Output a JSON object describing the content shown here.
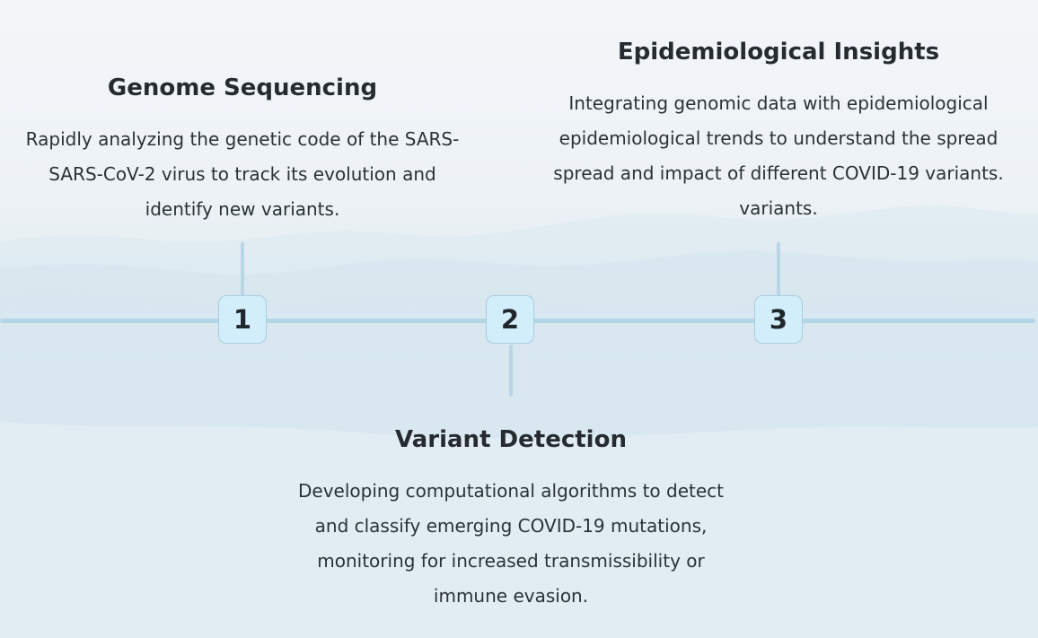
{
  "steps": [
    {
      "number": "1",
      "title": "Genome Sequencing",
      "lines": [
        "Rapidly analyzing the genetic code of the SARS-",
        "SARS-CoV-2 virus to track its evolution and",
        "identify new variants."
      ]
    },
    {
      "number": "2",
      "title": "Variant Detection",
      "lines": [
        "Developing computational algorithms to detect",
        "and classify emerging COVID-19 mutations,",
        "monitoring for increased transmissibility or",
        "immune evasion."
      ]
    },
    {
      "number": "3",
      "title": "Epidemiological Insights",
      "lines": [
        "Integrating genomic data with epidemiological",
        "epidemiological trends to understand the spread",
        "spread and impact of different COVID-19 variants.",
        "variants."
      ]
    }
  ],
  "colors": {
    "node_fill": "#d2eefb",
    "node_border": "#a8cde0",
    "line": "#b4d5e6",
    "text": "#222a30"
  }
}
